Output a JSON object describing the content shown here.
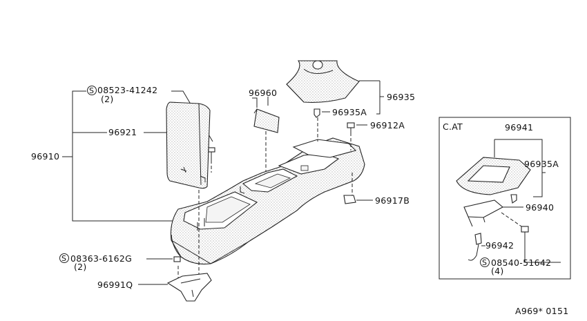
{
  "labels": {
    "p96910": "96910",
    "p96921": "96921",
    "s08523_a": "08523-41242",
    "s08523_b": "(2)",
    "p96960": "96960",
    "p96935": "96935",
    "p96935A": "96935A",
    "p96912A": "96912A",
    "p96917B": "96917B",
    "s08363_a": "08363-6162G",
    "s08363_b": "(2)",
    "p96991Q": "96991Q",
    "cat": "C.AT",
    "p96941": "96941",
    "p96935A_cat": "96935A",
    "p96940": "96940",
    "p96942": "96942",
    "s08540_a": "08540-51642",
    "s08540_b": "(4)",
    "s_mark": "S",
    "ref": "A969* 0151"
  }
}
